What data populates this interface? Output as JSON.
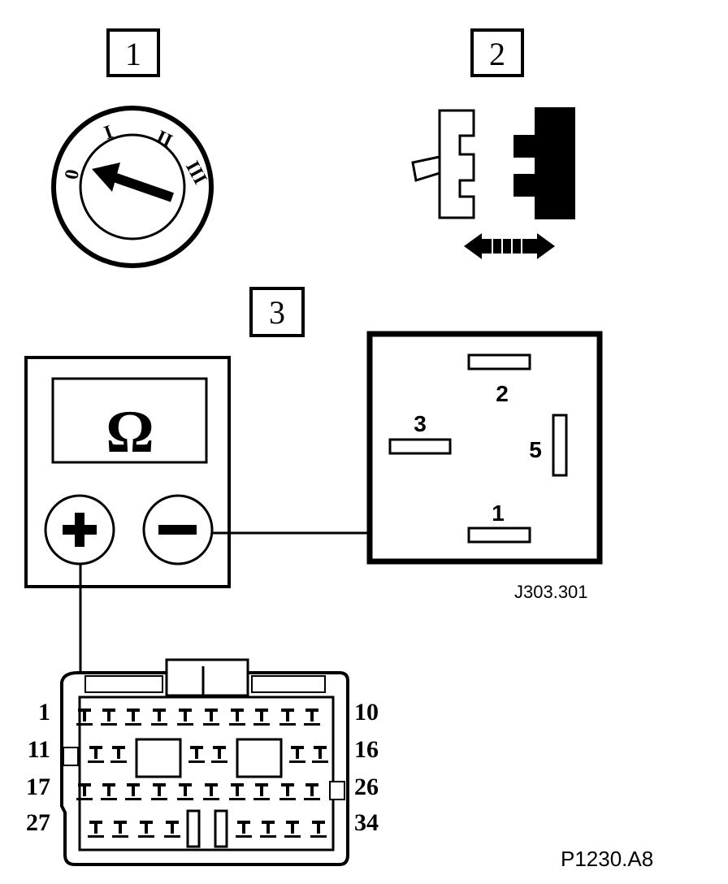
{
  "step_labels": [
    "1",
    "2",
    "3"
  ],
  "ignition": {
    "positions": [
      "0",
      "I",
      "II",
      "III"
    ]
  },
  "meter": {
    "display_symbol": "Ω",
    "plus_symbol": "+",
    "minus_symbol": "−"
  },
  "relay": {
    "pins": [
      "2",
      "3",
      "5",
      "1"
    ],
    "ref": "J303.301"
  },
  "connector": {
    "row_labels_left": [
      "1",
      "11",
      "17",
      "27"
    ],
    "row_labels_right": [
      "10",
      "16",
      "26",
      "34"
    ]
  },
  "figure_ref": "P1230.A8"
}
